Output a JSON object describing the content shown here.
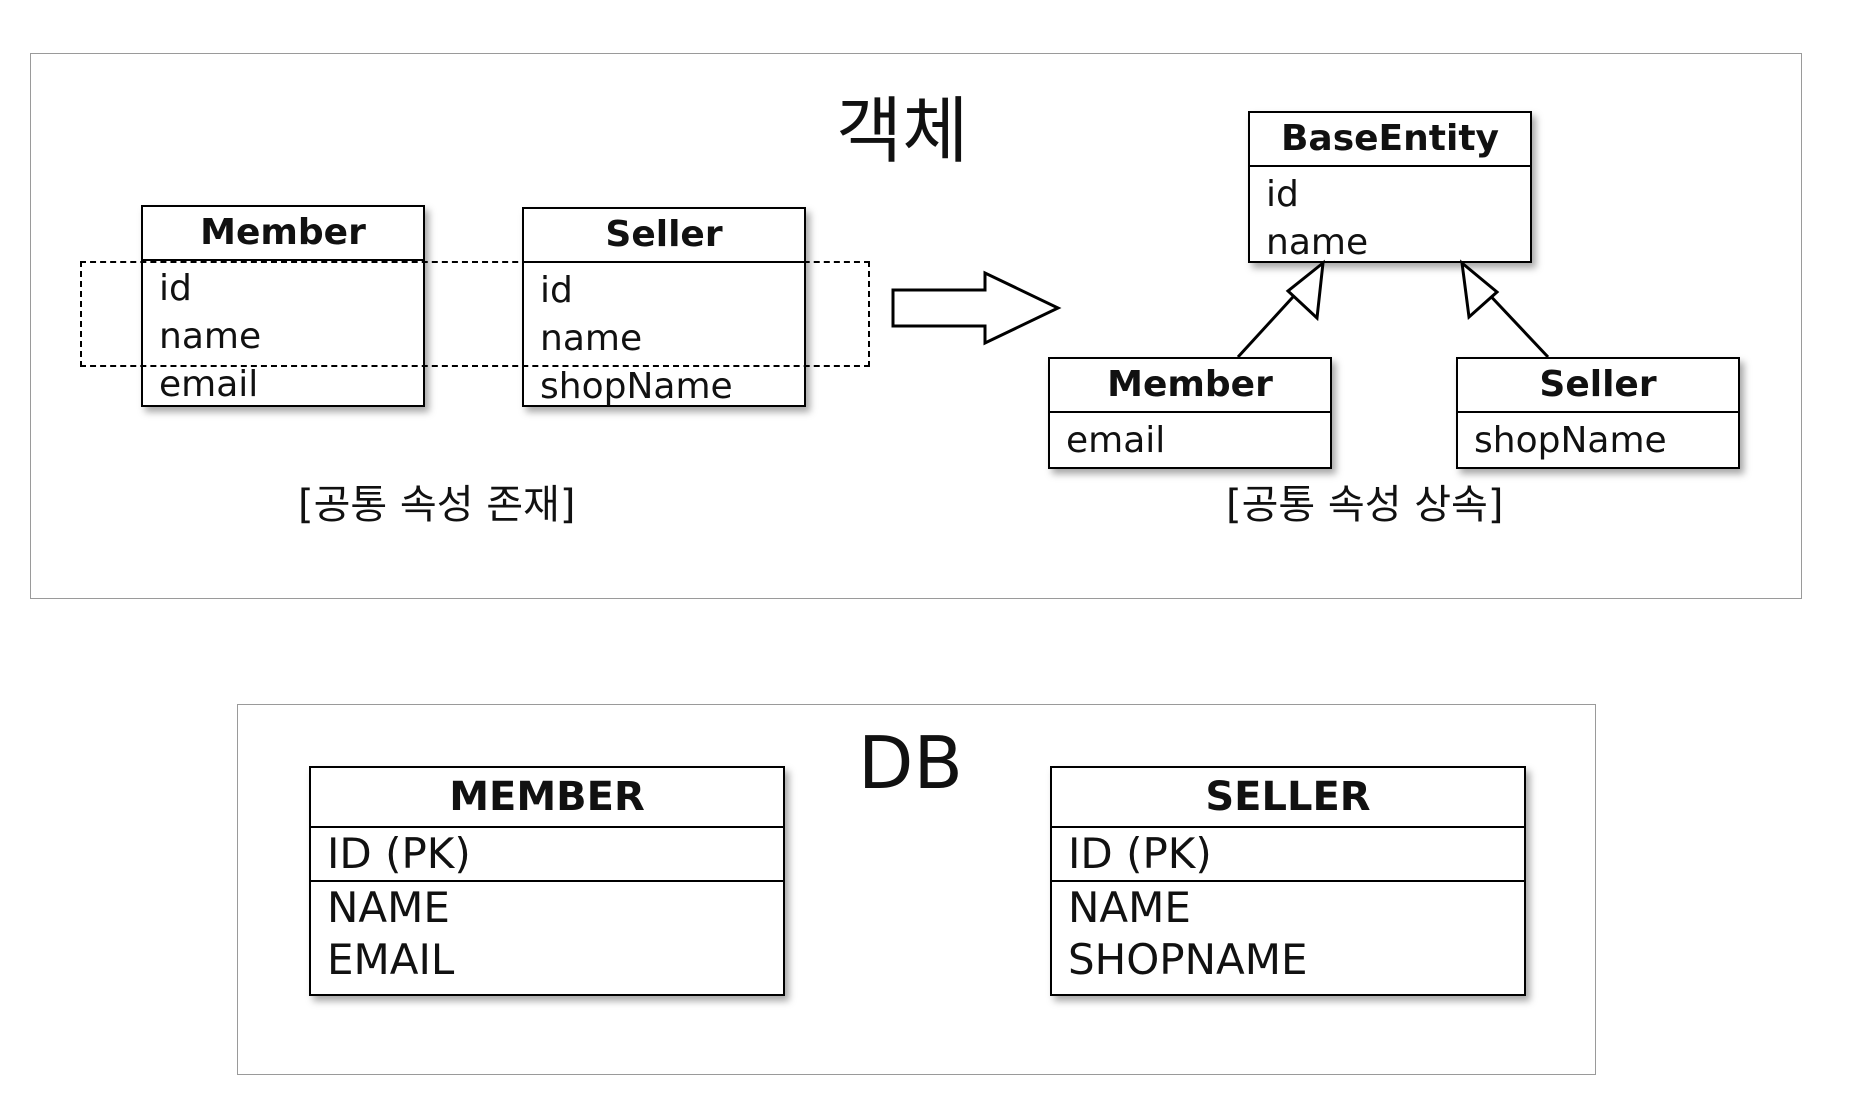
{
  "object_section": {
    "title": "객체",
    "left": {
      "member": {
        "name": "Member",
        "attributes": [
          "id",
          "name",
          "email"
        ]
      },
      "seller": {
        "name": "Seller",
        "attributes": [
          "id",
          "name",
          "shopName"
        ]
      },
      "caption": "[공통 속성 존재]"
    },
    "right": {
      "base": {
        "name": "BaseEntity",
        "attributes": [
          "id",
          "name"
        ]
      },
      "member": {
        "name": "Member",
        "attributes": [
          "email"
        ]
      },
      "seller": {
        "name": "Seller",
        "attributes": [
          "shopName"
        ]
      },
      "caption": "[공통 속성 상속]"
    }
  },
  "db_section": {
    "title": "DB",
    "member_table": {
      "name": "MEMBER",
      "pk": "ID (PK)",
      "columns": [
        "NAME",
        "EMAIL"
      ]
    },
    "seller_table": {
      "name": "SELLER",
      "pk": "ID (PK)",
      "columns": [
        "NAME",
        "SHOPNAME"
      ]
    }
  }
}
